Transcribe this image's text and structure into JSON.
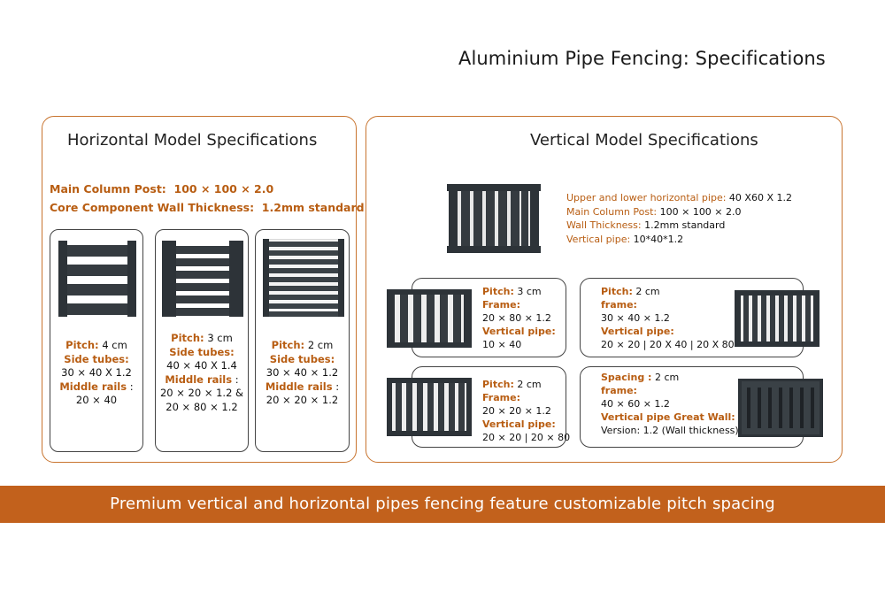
{
  "page": {
    "title": "Aluminium Pipe Fencing: Specifications"
  },
  "colors": {
    "accent": "#c2611c",
    "label": "#b85d12",
    "fence": "#2d3338"
  },
  "horizontal": {
    "title": "Horizontal Model Specifications",
    "main_post_label": "Main Column Post:",
    "main_post_value": "100 × 100 × 2.0",
    "wall_label": "Core Component Wall Thickness:",
    "wall_value": "1.2mm standard",
    "cards": [
      {
        "pitch_label": "Pitch:",
        "pitch_value": "4 cm",
        "side_label": "Side tubes:",
        "side_value": "30 × 40 X 1.2",
        "rails_label": "Middle rails",
        "rails_colon": ":",
        "rails_value": "20 × 40"
      },
      {
        "pitch_label": "Pitch:",
        "pitch_value": "3 cm",
        "side_label": "Side tubes:",
        "side_value": "40 × 40 X 1.4",
        "rails_label": "Middle rails",
        "rails_colon": ":",
        "rails_value": "20 × 20 × 1.2 &",
        "rails_value2": "20 × 80 × 1.2"
      },
      {
        "pitch_label": "Pitch:",
        "pitch_value": "2 cm",
        "side_label": "Side tubes:",
        "side_value": "30 × 40 × 1.2",
        "rails_label": "Middle rails",
        "rails_colon": ":",
        "rails_value": "20 × 20 × 1.2"
      }
    ]
  },
  "vertical": {
    "title": "Vertical Model Specifications",
    "top": {
      "upper_label": "Upper and lower horizontal pipe:",
      "upper_value": "40 X60 X 1.2",
      "post_label": "Main Column Post:",
      "post_value": "100 × 100 × 2.0",
      "wall_label": "Wall Thickness:",
      "wall_value": "1.2mm standard",
      "vpipe_label": "Vertical pipe:",
      "vpipe_value": "10*40*1.2"
    },
    "cards": [
      {
        "pitch_label": "Pitch:",
        "pitch_value": "3 cm",
        "frame_label": "Frame:",
        "frame_value": "20 × 80 × 1.2",
        "vpipe_label": "Vertical pipe:",
        "vpipe_value": "10 × 40"
      },
      {
        "pitch_label": "Pitch:",
        "pitch_value": "2 cm",
        "frame_label": "frame:",
        "frame_value": "30 × 40 × 1.2",
        "vpipe_label": "Vertical pipe:",
        "vpipe_value": "20 × 20 | 20 X 40 | 20 X 80"
      },
      {
        "pitch_label": "Pitch:",
        "pitch_value": "2 cm",
        "frame_label": "Frame:",
        "frame_value": "20 × 20 × 1.2",
        "vpipe_label": "Vertical pipe:",
        "vpipe_value": "20 × 20 | 20 × 80"
      },
      {
        "pitch_label": "Spacing :",
        "pitch_value": "2 cm",
        "frame_label": "frame:",
        "frame_value": "40 × 60 × 1.2",
        "vpipe_label": "Vertical pipe Great Wall:",
        "vpipe_value": "Version: 1.2 (Wall thickness)"
      }
    ]
  },
  "banner": {
    "text": "Premium vertical and horizontal pipes fencing feature customizable pitch spacing"
  }
}
